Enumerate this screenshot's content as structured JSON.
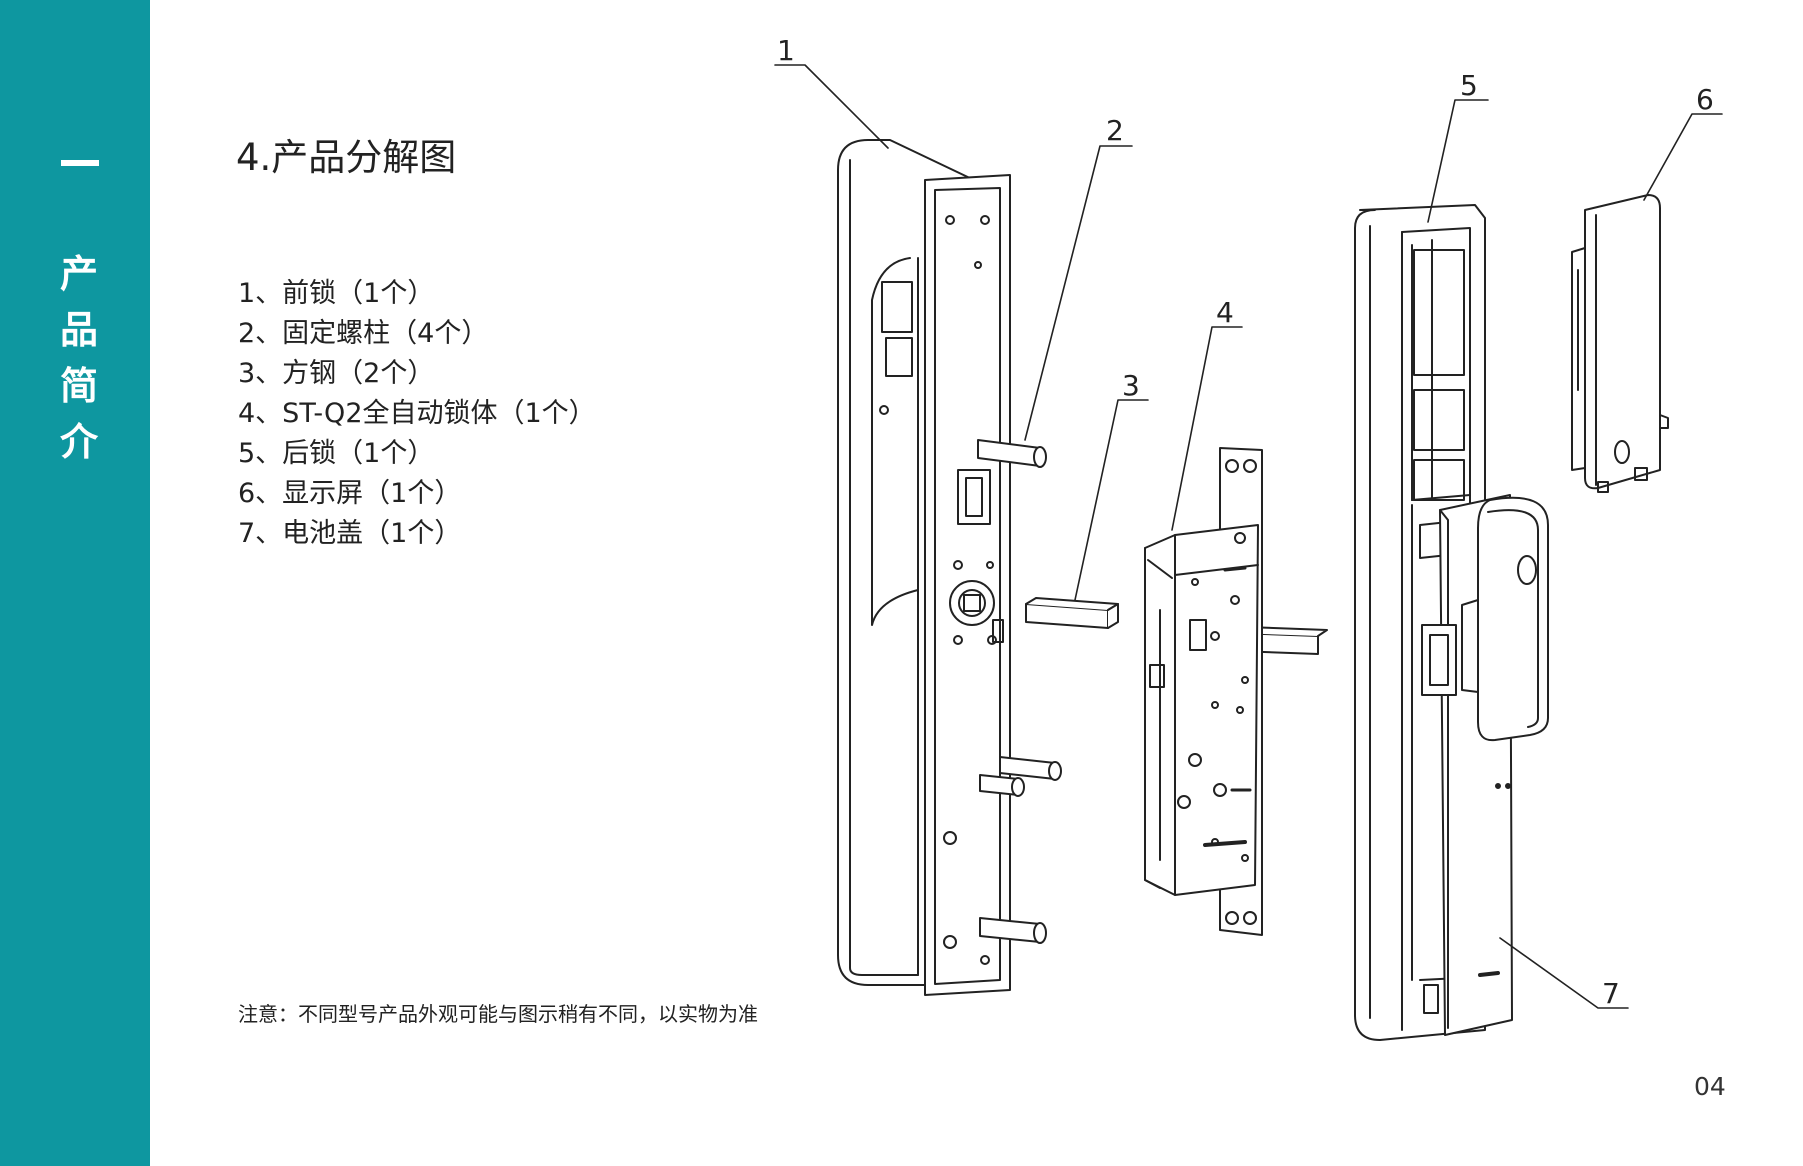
{
  "sidebar": {
    "chapter_title": "产品简介",
    "accent_color": "#0e97a0"
  },
  "section": {
    "title": "4.产品分解图"
  },
  "parts": [
    "1、前锁（1个）",
    "2、固定螺柱（4个）",
    "3、方钢（2个）",
    "4、ST-Q2全自动锁体（1个）",
    "5、后锁（1个）",
    "6、显示屏（1个）",
    "7、电池盖（1个）"
  ],
  "diagram_callouts": [
    "1",
    "2",
    "3",
    "4",
    "5",
    "6",
    "7"
  ],
  "note": "注意：不同型号产品外观可能与图示稍有不同，以实物为准",
  "page_number": "04"
}
